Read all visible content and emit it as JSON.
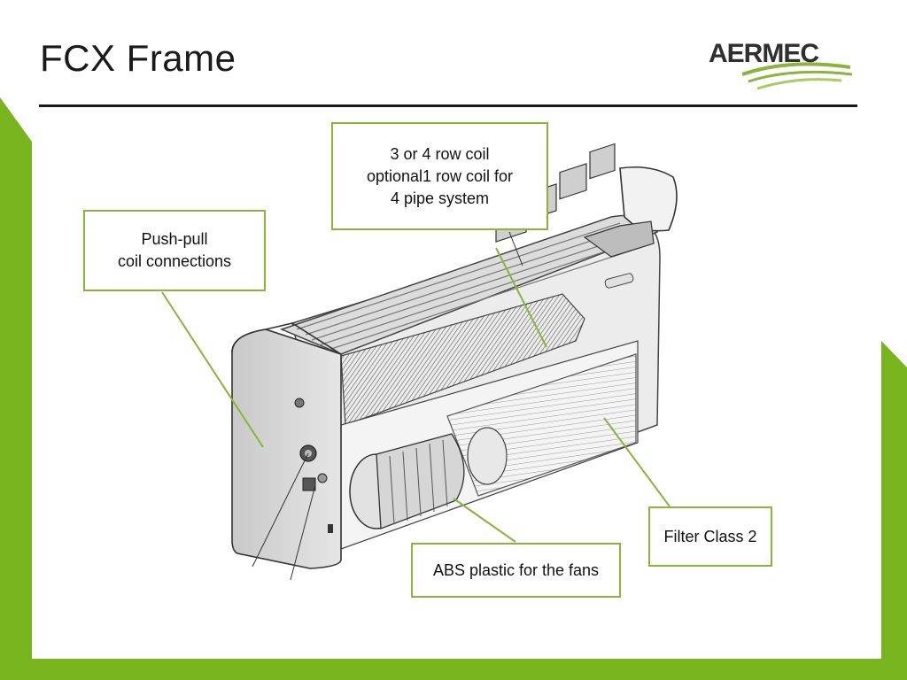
{
  "slide": {
    "title": "FCX Frame",
    "logo_text": "AERMEC"
  },
  "callouts": {
    "coil": "3 or 4 row coil\noptional1 row coil for\n4 pipe system",
    "connections": "Push-pull\ncoil connections",
    "filter": "Filter Class 2",
    "fans": "ABS plastic for the fans"
  },
  "colors": {
    "accent_green": "#8ab43c",
    "frame_green": "#78b41e",
    "title_text": "#1a1a1a"
  }
}
